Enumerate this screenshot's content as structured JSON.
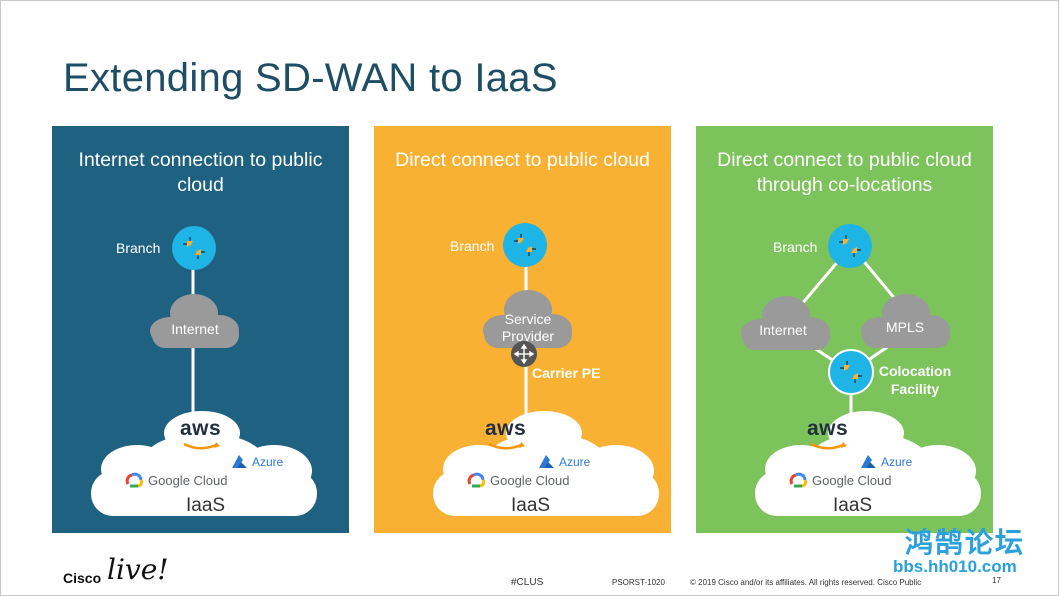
{
  "title": "Extending SD-WAN to IaaS",
  "panels": [
    {
      "heading": "Internet connection to public cloud",
      "branch_label": "Branch",
      "cloud_label": "Internet",
      "iaas": {
        "aws": "aws",
        "azure": "Azure",
        "google": "Google Cloud",
        "label": "IaaS"
      }
    },
    {
      "heading": "Direct connect to public cloud",
      "branch_label": "Branch",
      "cloud_label": "Service Provider",
      "pe_label": "Carrier PE",
      "iaas": {
        "aws": "aws",
        "azure": "Azure",
        "google": "Google Cloud",
        "label": "IaaS"
      }
    },
    {
      "heading": "Direct connect to public cloud through co-locations",
      "branch_label": "Branch",
      "cloud_left_label": "Internet",
      "cloud_right_label": "MPLS",
      "colo_label": "Colocation Facility",
      "iaas": {
        "aws": "aws",
        "azure": "Azure",
        "google": "Google Cloud",
        "label": "IaaS"
      }
    }
  ],
  "footer": {
    "brand": "Cisco",
    "event": "live!",
    "hashtag": "#CLUS",
    "session": "PSORST-1020",
    "copyright": "© 2019  Cisco and/or its affiliates. All rights reserved.   Cisco Public",
    "page": "17"
  },
  "watermark": {
    "text": "鸿鹄论坛",
    "url": "bbs.hh010.com"
  },
  "colors": {
    "title": "#1e4d66",
    "panel_blue": "#1e6180",
    "panel_orange": "#f8b133",
    "panel_green": "#7dc35b",
    "router": "#1fb4e6",
    "cloud_gray": "#9a9a9a"
  }
}
